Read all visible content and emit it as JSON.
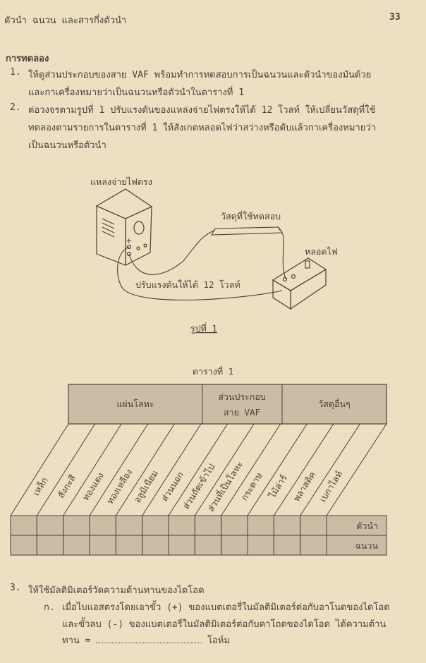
{
  "header": {
    "title": "ตัวนำ ฉนวน และสารกึ่งตัวนำ",
    "page_number": "33"
  },
  "section_title": "การทดลอง",
  "steps": [
    {
      "num": "1.",
      "lines": [
        "ให้ดูส่วนประกอบของสาย VAF พร้อมทำการทดสอบการเป็นฉนวนและตัวนำของมันด้วย",
        "และกาเครื่องหมายว่าเป็นฉนวนหรือตัวนำในตารางที่ 1"
      ]
    },
    {
      "num": "2.",
      "lines": [
        "ต่อวงจรตามรูปที่ 1 ปรับแรงดันของแหล่งจ่ายไฟตรงให้ได้ 12 โวลท์ ให้เปลี่ยนวัสดุที่ใช้",
        "ทดลองตามรายการในตารางที่ 1 ให้สังเกตหลอดไฟว่าสว่างหรือดับแล้วกาเครื่องหมายว่า",
        "เป็นฉนวนหรือตัวนำ"
      ]
    },
    {
      "num": "3.",
      "lines": [
        "ให้ใช้มัลติมิเตอร์วัดความต้านทานของไดโอด"
      ]
    }
  ],
  "substep": {
    "num": "ก.",
    "lines": [
      "เมื่อไบแอสตรงโดยเอาขั้ว (+) ของแบตเตอรี่ในมัลติมิเตอร์ต่อกับอาโนดของไดโอด",
      "และขั้วลบ (-) ของแบตเตอรี่ในมัลติมิเตอร์ต่อกับคาโถดของไดโอด ได้ความต้าน"
    ],
    "answer_prefix": "ทาน =",
    "answer_unit": "โอห์ม"
  },
  "figure": {
    "label_power_supply": "แหล่งจ่ายไฟตรง",
    "label_test_material": "วัสดุที่ใช้ทดสอบ",
    "label_lamp": "หลอดไฟ",
    "label_adjust": "ปรับแรงดันให้ได้ 12 โวลท์",
    "plus_sign": "+",
    "caption": "รูปที่ 1"
  },
  "table": {
    "caption": "ตารางที่ 1",
    "groups": [
      "แผ่นโลหะ",
      "ส่วนประกอบ",
      "สาย VAF",
      "วัสดุอื่นๆ"
    ],
    "items": [
      "เหล็ก",
      "สังกะสี",
      "ทองแดง",
      "ทองเหลือง",
      "อลูมิเนียม",
      "ส่วนนอก",
      "ส่วนถัดเข้าไป",
      "ส่วนที่เป็นโลหะ",
      "กระดาษ",
      "ไม้ล่าร์",
      "พลาสติค",
      "เบกาไลท์"
    ],
    "rows": [
      "ตัวนำ",
      "ฉนวน"
    ],
    "cell_fill": "#cbbda5"
  }
}
